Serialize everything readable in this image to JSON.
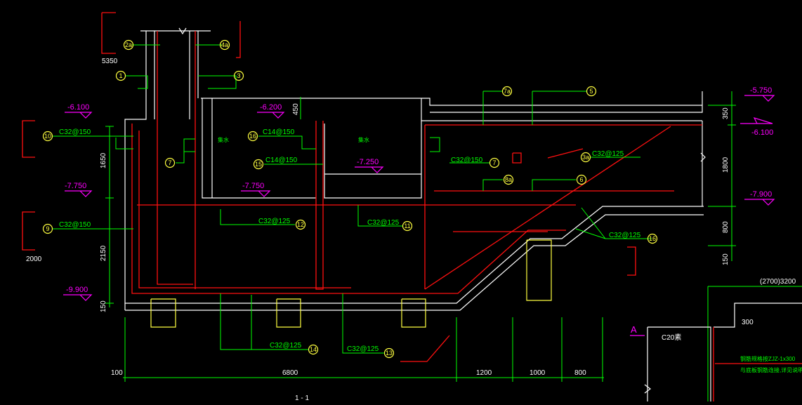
{
  "colors": {
    "background": "#000000",
    "concrete": "#ffffff",
    "rebar": "#ff1010",
    "leader": "#00ff00",
    "elevation": "#ff00ff",
    "callout": "#ffff40"
  },
  "elevations": [
    "-6.100",
    "-6.200",
    "-7.750",
    "-7.250",
    "-7.750",
    "-9.900",
    "-5.750",
    "-6.100",
    "-7.900"
  ],
  "rebar_callouts": {
    "top": [
      "2a",
      "4a",
      "1",
      "3"
    ],
    "mid": [
      "10",
      "7",
      "16",
      "15",
      "7",
      "7a",
      "5",
      "3a",
      "8a",
      "6",
      "9"
    ],
    "low": [
      "12",
      "11",
      "16",
      "14",
      "13"
    ]
  },
  "rebar_specs": [
    "C32@150",
    "C14@150",
    "C14@150",
    "C32@150",
    "C32@125",
    "C32@150",
    "C32@125",
    "C32@125",
    "C32@125",
    "C32@125",
    "C32@125"
  ],
  "dimensions": {
    "top_left": "5350",
    "left_mid": "1650",
    "left_low": "2150",
    "left_bottom": "150",
    "left_marker": "2000",
    "inner_top": "450",
    "right_top": "350",
    "right_mid": "1800",
    "right_low": "800",
    "right_bottom": "150",
    "bottom": [
      "100",
      "6800",
      "1200",
      "1000",
      "800"
    ],
    "detail_top": "(2700)3200",
    "detail_right": "300"
  },
  "chamber_labels": [
    "集水",
    "集水"
  ],
  "detail": {
    "marker": "A",
    "material": "C20素",
    "note_1": "钢筋规格按ZJZ-1x300",
    "note_2": "与底板钢筋连接,详见说明"
  },
  "section_title": "1 - 1"
}
